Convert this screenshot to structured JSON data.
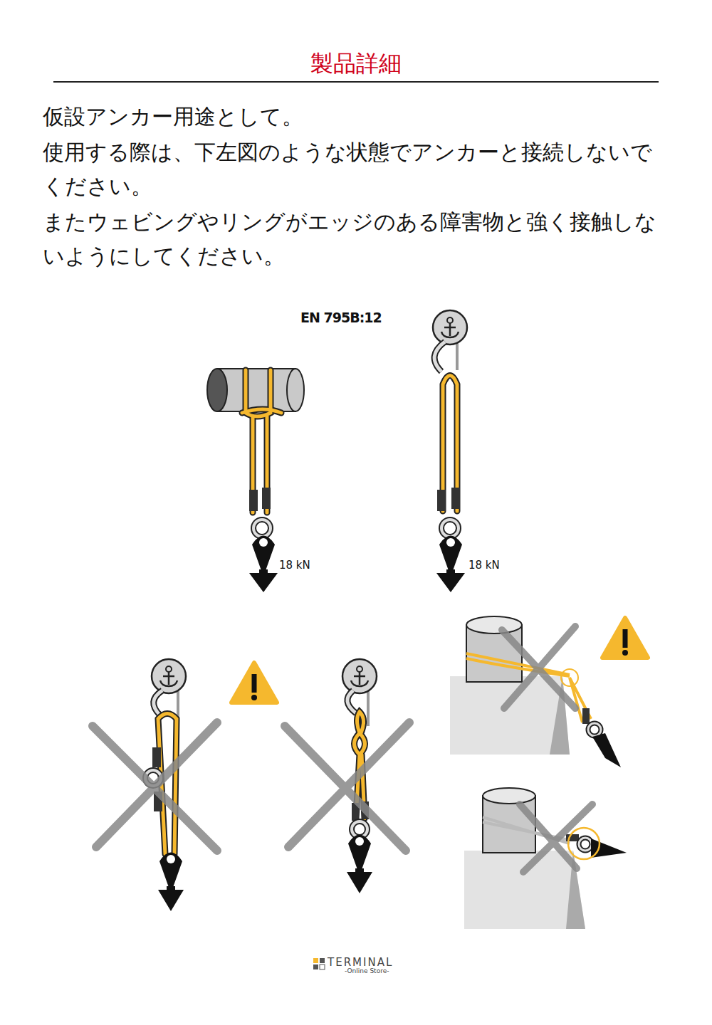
{
  "diagram": {
    "title": "製品詳細",
    "labels": [
      "仮設アンカー用途として。",
      "使用する際は、下左図のような状態でアンカーと接続しないでください。",
      "またウェビングやリングがエッジのある障害物と強く接触しないようにしてください。",
      "EN 795B:12",
      "18 kN",
      "18 kN",
      "TERMINAL",
      "-Online Store-"
    ]
  }
}
